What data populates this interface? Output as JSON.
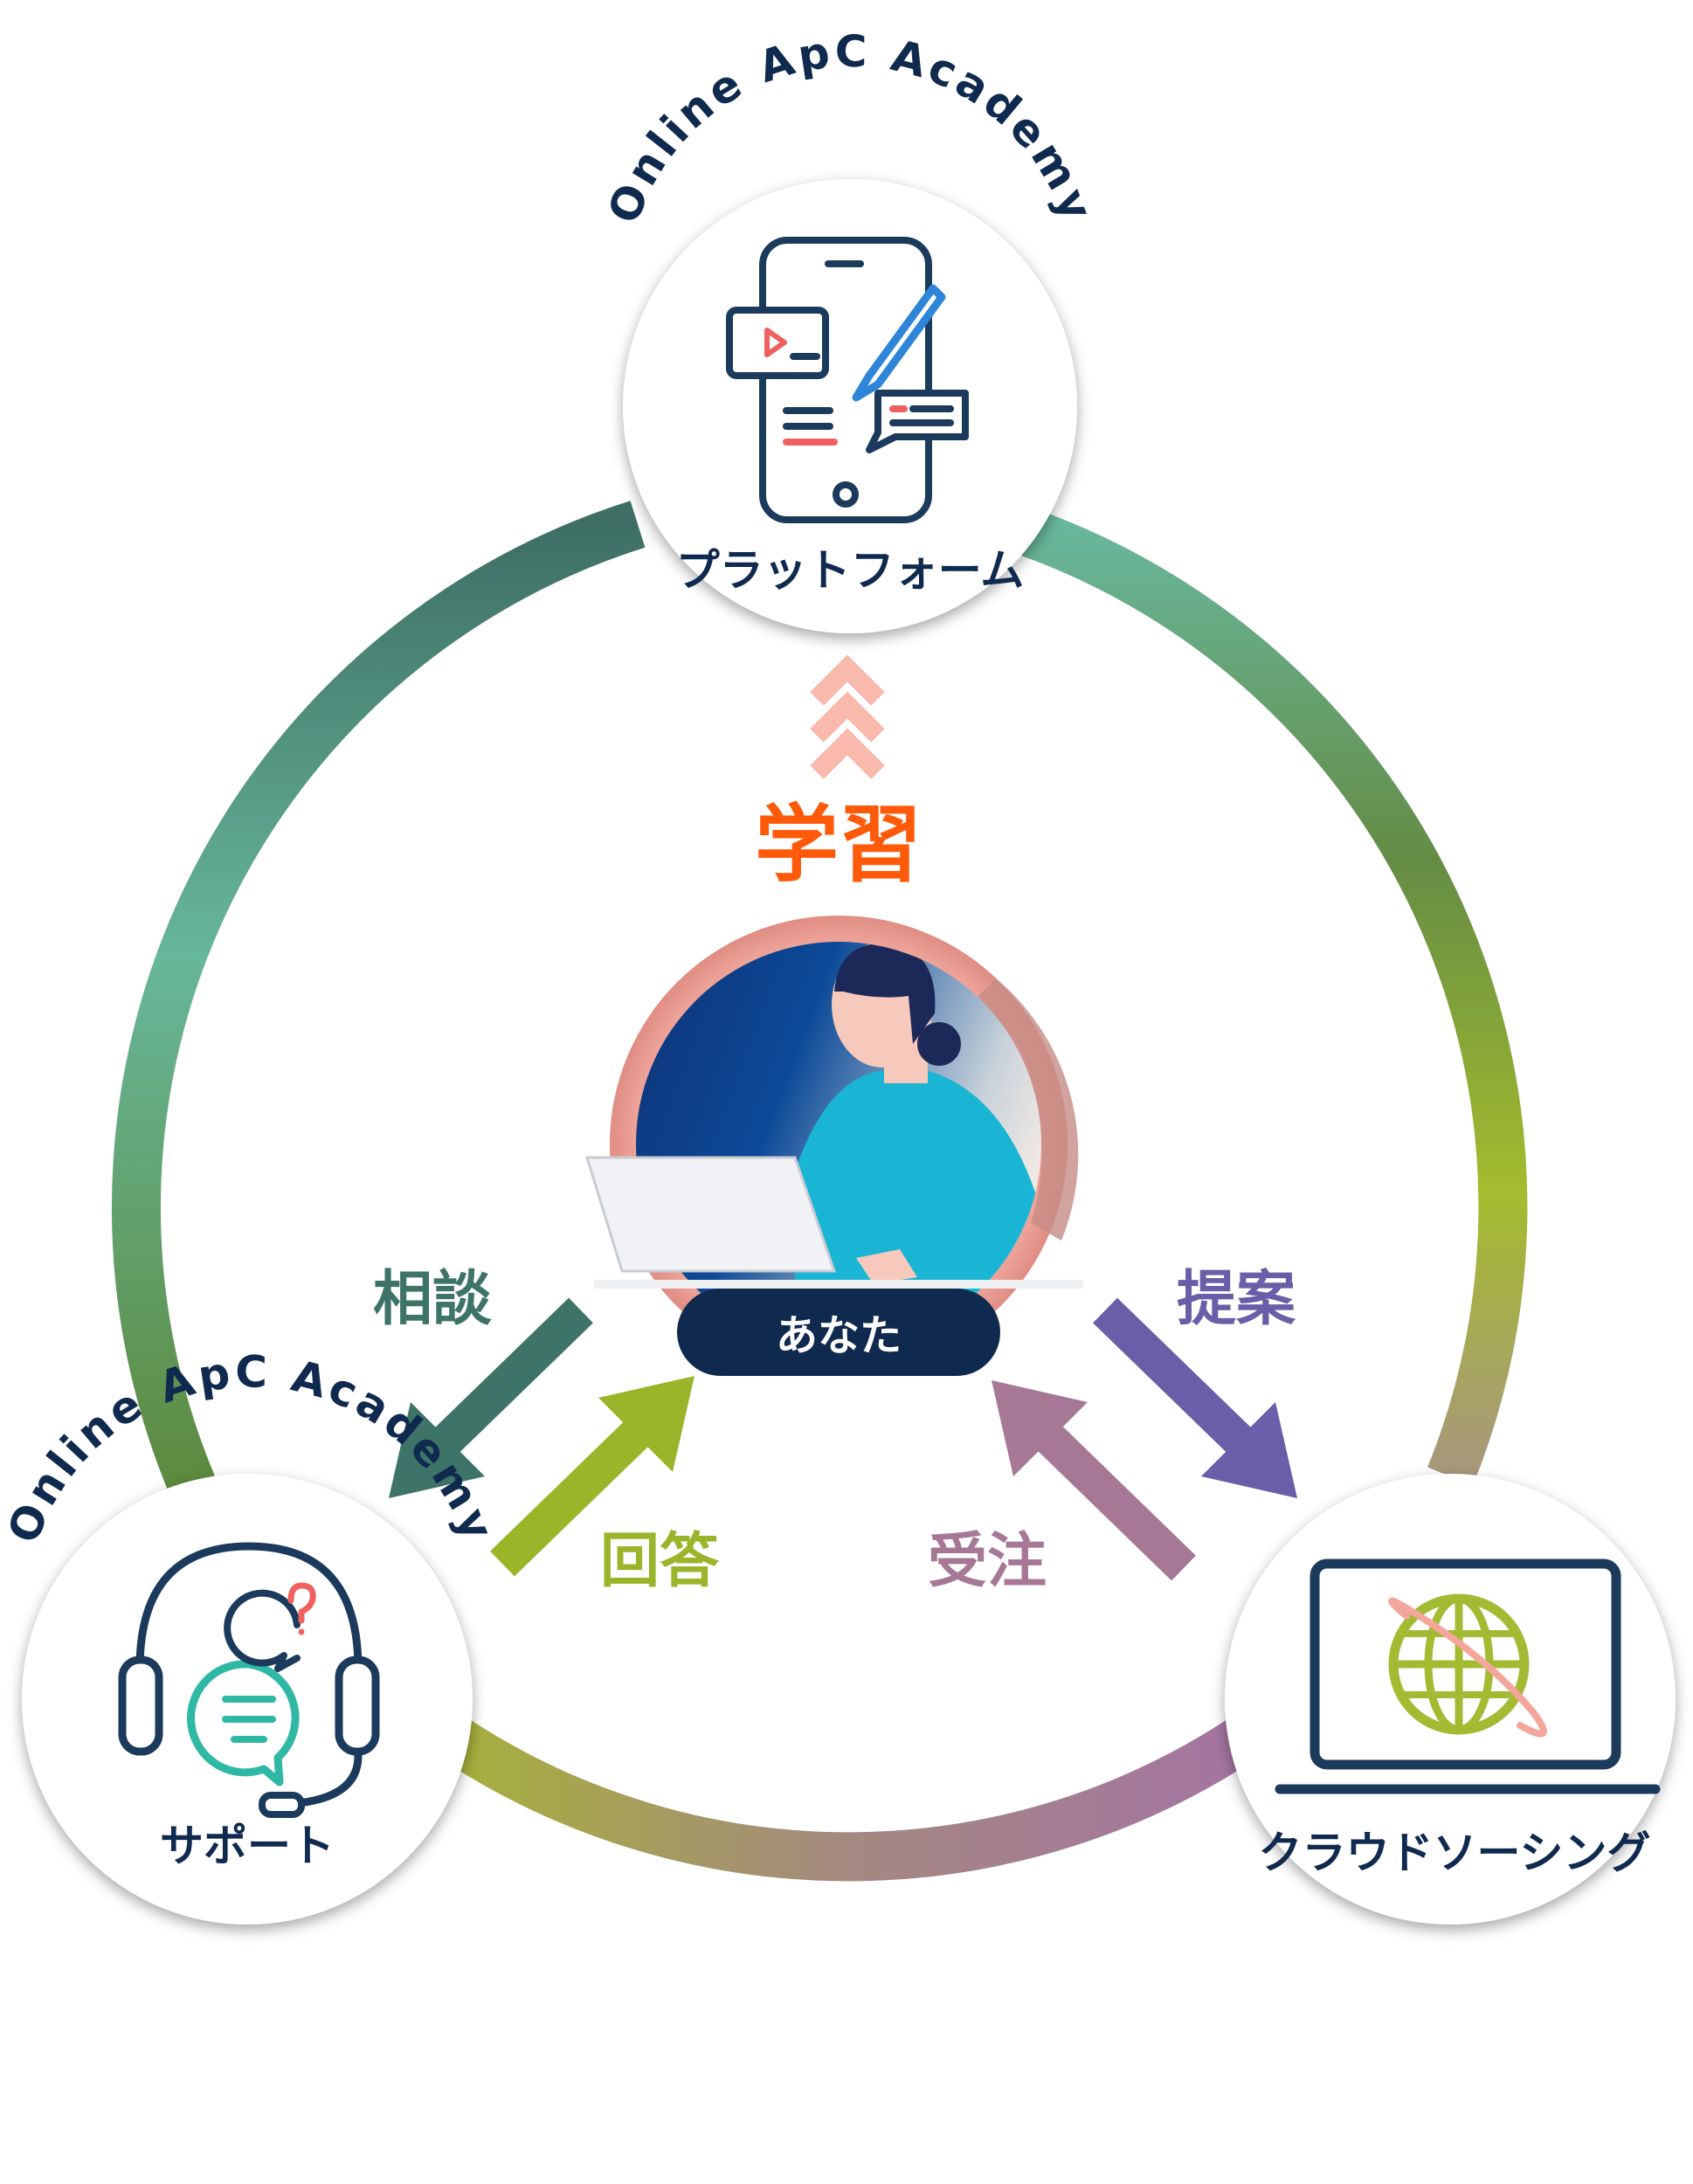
{
  "center": {
    "label": "あなた",
    "title": "学習"
  },
  "nodes": {
    "platform": {
      "brand": "Online ApC Academy",
      "label": "プラットフォーム",
      "icon": "smartphone-learning-icon"
    },
    "support": {
      "brand": "Online ApC Academy",
      "label": "サポート",
      "icon": "headset-support-icon"
    },
    "crowd": {
      "label": "クラウドソーシング",
      "icon": "laptop-globe-icon"
    }
  },
  "actions": {
    "consult": "相談",
    "answer": "回答",
    "propose": "提案",
    "order": "受注"
  },
  "colors": {
    "navy": "#0f2a4e",
    "learn": "#ff5a0a",
    "consult": "#3d7467",
    "answer": "#9bb52a",
    "propose": "#6a5ea8",
    "order": "#a77896",
    "chevron": "#f9b9ad"
  }
}
